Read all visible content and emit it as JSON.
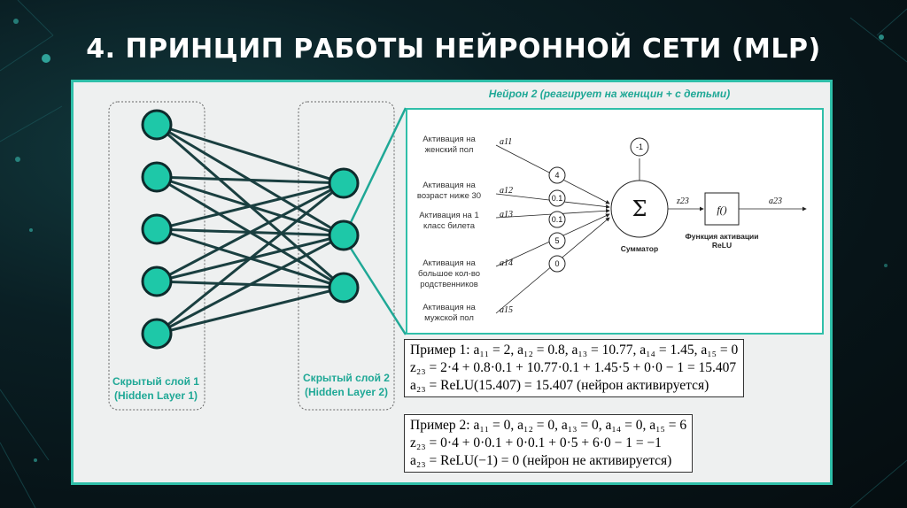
{
  "title": "4. ПРИНЦИП РАБОТЫ НЕЙРОННОЙ СЕТИ (MLP)",
  "colors": {
    "accent": "#2fbfa9",
    "node": "#1ec8a8",
    "edge": "#1a3f40"
  },
  "layers": {
    "hidden1": {
      "label_line1": "Скрытый слой 1",
      "label_line2": "(Hidden Layer 1)",
      "node_count": 5
    },
    "hidden2": {
      "label_line1": "Скрытый слой 2",
      "label_line2": "(Hidden Layer 2)",
      "node_count": 3
    }
  },
  "neuron_detail": {
    "title": "Нейрон 2 (реагирует на женщин + с детьми)",
    "inputs": [
      {
        "label": "Активация на женский пол",
        "var": "a11",
        "weight": "4"
      },
      {
        "label": "Активация на возраст ниже 30",
        "var": "a12",
        "weight": "0.1"
      },
      {
        "label": "Активация на 1 класс билета",
        "var": "a13",
        "weight": "0.1"
      },
      {
        "label": "Активация на большое кол-во родственников",
        "var": "a14",
        "weight": "5"
      },
      {
        "label": "Активация на мужской пол",
        "var": "a15",
        "weight": "0"
      }
    ],
    "bias": "-1",
    "sum_symbol": "Σ",
    "sum_label": "Сумматор",
    "z_label": "z23",
    "activation_symbol": "f()",
    "activation_label_line1": "Функция активации",
    "activation_label_line2": "ReLU",
    "output_label": "a23"
  },
  "examples": [
    {
      "line1": "Пример 1: a₁₁ = 2, a₁₂ = 0.8, a₁₃ = 10.77, a₁₄ = 1.45, a₁₅ = 0",
      "line2": "z₂₃ = 2·4 + 0.8·0.1 + 10.77·0.1 + 1.45·5 + 0·0 − 1 = 15.407",
      "line3": "a₂₃ = ReLU(15.407) = 15.407 (нейрон активируется)"
    },
    {
      "line1": "Пример 2: a₁₁ = 0, a₁₂ = 0, a₁₃ = 0, a₁₄ = 0, a₁₅ = 6",
      "line2": "z₂₃ = 0·4 + 0·0.1 + 0·0.1 + 0·5 + 6·0 − 1 = −1",
      "line3": "a₂₃ = ReLU(−1) = 0 (нейрон не активируется)"
    }
  ]
}
